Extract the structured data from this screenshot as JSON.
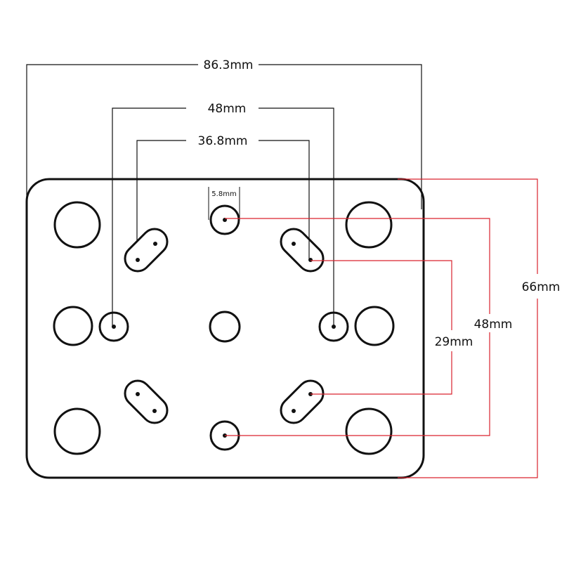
{
  "dimensions": {
    "overall_width": "86.3mm",
    "outer_hole_spacing": "48mm",
    "slot_spacing": "36.8mm",
    "small_hole_diameter": "5.8mm",
    "overall_height": "66mm",
    "vertical_hole_spacing": "48mm",
    "vertical_slot_spacing": "29mm"
  },
  "colors": {
    "outline": "#111111",
    "dimension_black": "#111111",
    "dimension_red": "#d9232d"
  }
}
